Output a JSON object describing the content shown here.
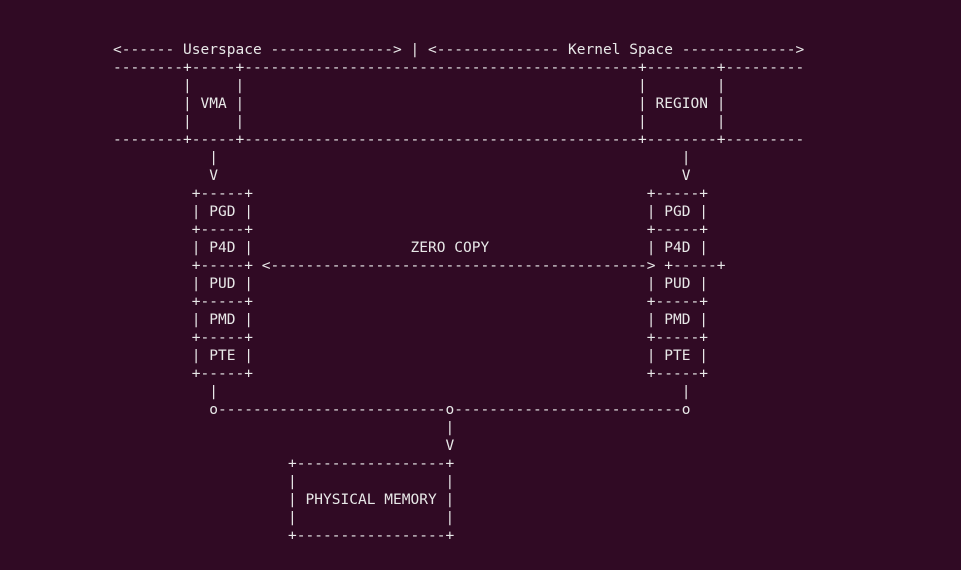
{
  "terminal": {
    "background": "#300a24",
    "foreground": "#e8e8e8",
    "lines": [
      "<------ Userspace --------------> | <-------------- Kernel Space ------------->",
      "--------+-----+---------------------------------------------+--------+---------",
      "        |     |                                             |        |",
      "        | VMA |                                             | REGION |",
      "        |     |                                             |        |",
      "--------+-----+---------------------------------------------+--------+---------",
      "           |                                                     |",
      "           V                                                     V",
      "         +-----+                                             +-----+",
      "         | PGD |                                             | PGD |",
      "         +-----+                                             +-----+",
      "         | P4D |                  ZERO COPY                  | P4D |",
      "         +-----+ <-------------------------------------------> +-----+",
      "         | PUD |                                             | PUD |",
      "         +-----+                                             +-----+",
      "         | PMD |                                             | PMD |",
      "         +-----+                                             +-----+",
      "         | PTE |                                             | PTE |",
      "         +-----+                                             +-----+",
      "           |                                                     |",
      "           o--------------------------o--------------------------o",
      "                                      |",
      "                                      V",
      "                    +-----------------+",
      "                    |                 |",
      "                    | PHYSICAL MEMORY |",
      "                    |                 |",
      "                    +-----------------+"
    ]
  }
}
